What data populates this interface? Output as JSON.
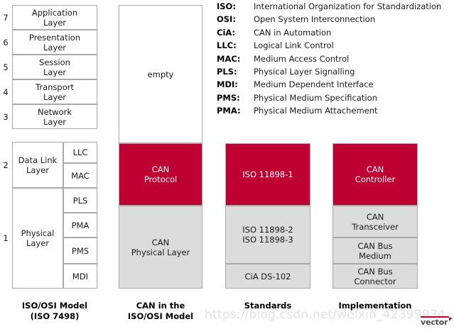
{
  "diagram": {
    "title_text": "CAN in the ISO/OSI Model",
    "colors": {
      "accent_red": "#BF0032",
      "grey_fill": "#DCDCDC",
      "border_grey": "#9D9D9D",
      "white_fill": "#FFFFFF"
    }
  },
  "layer_numbers": [
    "7",
    "6",
    "5",
    "4",
    "3",
    "2",
    "1"
  ],
  "osi_column": {
    "caption": "ISO/OSI Model\n(ISO 7498)",
    "layers": [
      {
        "number": "7",
        "label": "Application\nLayer"
      },
      {
        "number": "6",
        "label": "Presentation\nLayer"
      },
      {
        "number": "5",
        "label": "Session\nLayer"
      },
      {
        "number": "4",
        "label": "Transport\nLayer"
      },
      {
        "number": "3",
        "label": "Network\nLayer"
      },
      {
        "number": "2",
        "label": "Data Link\nLayer"
      },
      {
        "number": "1",
        "label": "Physical\nLayer"
      }
    ],
    "sublayers": [
      {
        "label": "LLC"
      },
      {
        "label": "MAC"
      },
      {
        "label": "PLS"
      },
      {
        "label": "PMA"
      },
      {
        "label": "PMS"
      },
      {
        "label": "MDI"
      }
    ]
  },
  "can_column": {
    "caption": "CAN in the\nISO/OSI Model",
    "blocks": [
      {
        "label": "empty",
        "fill": "white"
      },
      {
        "label": "CAN\nProtocol",
        "fill": "red"
      },
      {
        "label": "CAN\nPhysical Layer",
        "fill": "grey"
      }
    ]
  },
  "standards_column": {
    "caption": "Standards",
    "blocks": [
      {
        "label": "ISO 11898-1",
        "fill": "red"
      },
      {
        "label": "ISO 11898-2\nISO 11898-3",
        "fill": "grey"
      },
      {
        "label": "CiA DS-102",
        "fill": "grey"
      }
    ]
  },
  "implementation_column": {
    "caption": "Implementation",
    "blocks": [
      {
        "label": "CAN\nController",
        "fill": "red"
      },
      {
        "label": "CAN\nTransceiver",
        "fill": "grey"
      },
      {
        "label": "CAN Bus\nMedium",
        "fill": "grey"
      },
      {
        "label": "CAN Bus\nConnector",
        "fill": "grey"
      }
    ]
  },
  "legend": {
    "entries": [
      {
        "abbr": "ISO:",
        "desc": "International Organization for Standardization"
      },
      {
        "abbr": "OSI:",
        "desc": "Open System Interconnection"
      },
      {
        "abbr": "CiA:",
        "desc": "CAN in Automation"
      },
      {
        "abbr": "LLC:",
        "desc": "Logical Link Control"
      },
      {
        "abbr": "MAC:",
        "desc": "Medium Access Control"
      },
      {
        "abbr": "PLS:",
        "desc": "Physical Layer Signalling"
      },
      {
        "abbr": "MDI:",
        "desc": "Medium Dependent Interface"
      },
      {
        "abbr": "PMS:",
        "desc": "Physical Medium Specification"
      },
      {
        "abbr": "PMA:",
        "desc": "Physical Medium Attachement"
      }
    ]
  },
  "watermark": {
    "text": "https://blog.csdn.net/weixin_42399934",
    "logo_text": "vector"
  }
}
